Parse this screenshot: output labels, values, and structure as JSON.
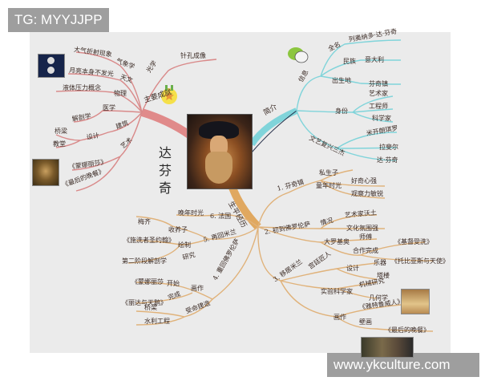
{
  "watermarks": {
    "top_left": "TG: MYYJJPP",
    "bottom_right": "www.ykculture.com"
  },
  "center": {
    "title": [
      "达",
      "芬",
      "奇"
    ],
    "portrait": "leonardo-portrait"
  },
  "colors": {
    "achievements": "#d98080",
    "intro": "#7fd6dc",
    "life": "#e0b27a",
    "canvas": "#ebebeb",
    "watermark_bg": "#9e9e9e"
  },
  "branches": {
    "achievements": {
      "label": "主要成就",
      "items": [
        {
          "label": "光学",
          "children": [
            "针孔成像"
          ]
        },
        {
          "label": "气象学",
          "children": [
            "大气折射现象"
          ]
        },
        {
          "label": "天文",
          "children": [
            "月亮本身不发光"
          ]
        },
        {
          "label": "物理",
          "children": [
            "液体压力概念"
          ]
        },
        {
          "label": "医学",
          "children": [
            "解剖学"
          ]
        },
        {
          "label": "建筑",
          "children": [
            {
              "label": "设计",
              "children": [
                "桥梁",
                "教堂"
              ]
            }
          ]
        },
        {
          "label": "艺术",
          "children": [
            "《蒙娜丽莎》",
            "《最后的晚餐》"
          ]
        }
      ]
    },
    "intro": {
      "label": "简介",
      "items": [
        {
          "label": "信息",
          "children": [
            {
              "label": "全名",
              "value": "列奥纳多·达·芬奇"
            },
            {
              "label": "民族",
              "value": "意大利"
            },
            {
              "label": "出生地",
              "value": "芬奇镇"
            }
          ]
        },
        {
          "label": "身份",
          "children": [
            "艺术家",
            "工程师",
            "科学家"
          ]
        },
        {
          "label": "文艺复兴三杰",
          "children": [
            "米开朗琪罗",
            "拉斐尔",
            "达·芬奇"
          ]
        }
      ]
    },
    "life": {
      "label": "生平经历",
      "items": [
        {
          "label": "1. 芬奇镇",
          "children": [
            "私生子",
            {
              "label": "童年时光",
              "children": [
                "好奇心强",
                "观察力敏锐"
              ]
            }
          ]
        },
        {
          "label": "2. 初到佛罗伦萨",
          "children": [
            {
              "label": "情况",
              "children": [
                "艺术家沃土",
                "文化氛围强"
              ]
            },
            {
              "label": "大罗基奥",
              "children": [
                "师傅",
                {
                  "label": "合作完成",
                  "children": [
                    "《基督受洗》",
                    "《托比亚斯与天使》"
                  ]
                }
              ]
            }
          ]
        },
        {
          "label": "3. 移居米兰",
          "children": [
            {
              "label": "宫廷匠人",
              "children": [
                {
                  "label": "设计",
                  "children": [
                    "乐器",
                    "塔楼"
                  ]
                }
              ]
            },
            {
              "label": "实验科学家",
              "children": [
                "机械研究",
                "几何学"
              ]
            },
            {
              "label": "画作",
              "children": [
                "《雅特鲁威人》",
                {
                  "label": "壁画",
                  "children": [
                    "《最后的晚餐》"
                  ]
                }
              ]
            }
          ]
        },
        {
          "label": "4. 重回佛罗伦萨",
          "children": [
            {
              "label": "画作",
              "children": [
                {
                  "label": "开始",
                  "children": [
                    "《蒙娜丽莎》"
                  ]
                },
                {
                  "label": "完成",
                  "children": [
                    "《丽达与天鹅》"
                  ]
                }
              ]
            },
            {
              "label": "受命建造",
              "children": [
                "桥梁",
                "水利工程"
              ]
            }
          ]
        },
        {
          "label": "5. 再回米兰",
          "children": [
            {
              "label": "收养子",
              "children": [
                "梅齐"
              ]
            },
            {
              "label": "绘制",
              "children": [
                "《施洗者圣约翰》"
              ]
            },
            {
              "label": "研究",
              "children": [
                "第二阶段解剖学"
              ]
            }
          ]
        },
        {
          "label": "6. 法国",
          "children": [
            "晚年时光"
          ]
        }
      ]
    }
  },
  "labels": {
    "a_main": "主要成就",
    "a_opt": "光学",
    "a_opt1": "针孔成像",
    "a_met": "气象学",
    "a_met1": "大气折射现象",
    "a_ast": "天文",
    "a_ast1": "月亮本身不发光",
    "a_phy": "物理",
    "a_phy1": "液体压力概念",
    "a_med": "医学",
    "a_med1": "解剖学",
    "a_arc": "建筑",
    "a_des": "设计",
    "a_br": "桥梁",
    "a_ch": "教堂",
    "a_art": "艺术",
    "a_art1": "《蒙娜丽莎》",
    "a_art2": "《最后的晚餐》",
    "i_main": "简介",
    "i_info": "信息",
    "i_name_k": "全名",
    "i_name_v": "列奥纳多·达·芬奇",
    "i_nat_k": "民族",
    "i_nat_v": "意大利",
    "i_bp_k": "出生地",
    "i_bp_v": "芬奇镇",
    "i_id": "身份",
    "i_id1": "艺术家",
    "i_id2": "工程师",
    "i_id3": "科学家",
    "i_ren": "文艺复兴三杰",
    "i_ren1": "米开朗琪罗",
    "i_ren2": "拉斐尔",
    "i_ren3": "达·芬奇",
    "l_main": "生平经历",
    "l1": "1. 芬奇镇",
    "l1a": "私生子",
    "l1b": "童年时光",
    "l1b1": "好奇心强",
    "l1b2": "观察力敏锐",
    "l2": "2. 初到佛罗伦萨",
    "l2a": "情况",
    "l2a1": "艺术家沃土",
    "l2a2": "文化氛围强",
    "l2b": "大罗基奥",
    "l2b1": "师傅",
    "l2b2": "合作完成",
    "l2b2a": "《基督受洗》",
    "l2b2b": "《托比亚斯与天使》",
    "l3": "3. 移居米兰",
    "l3a": "宫廷匠人",
    "l3a1": "设计",
    "l3a1a": "乐器",
    "l3a1b": "塔楼",
    "l3b": "实验科学家",
    "l3b1": "机械研究",
    "l3b2": "几何学",
    "l3c": "画作",
    "l3c1": "《雅特鲁威人》",
    "l3c2": "壁画",
    "l3c2a": "《最后的晚餐》",
    "l4": "4. 重回佛罗伦萨",
    "l4a": "画作",
    "l4a1": "开始",
    "l4a1a": "《蒙娜丽莎",
    "l4a2": "完成",
    "l4a2a": "《丽达与天鹅》",
    "l4b": "受命建造",
    "l4b1": "桥梁",
    "l4b2": "水利工程",
    "l5": "5. 再回米兰",
    "l5a": "收养子",
    "l5a1": "梅齐",
    "l5b": "绘制",
    "l5b1": "《施洗者圣约翰》",
    "l5c": "研究",
    "l5c1": "第二阶段解剖学",
    "l6": "6. 法国",
    "l6a": "晚年时光"
  }
}
